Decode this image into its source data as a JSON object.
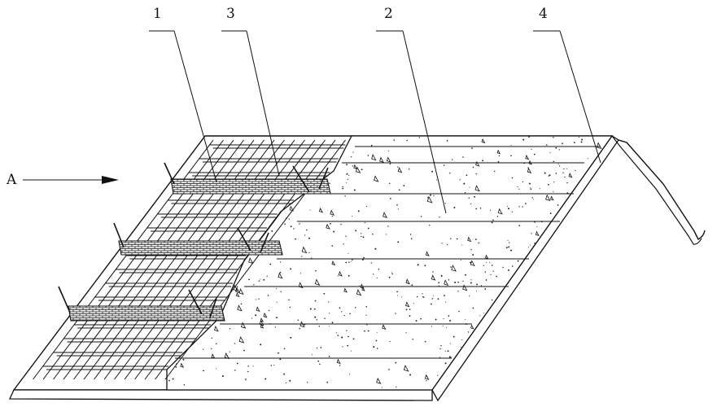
{
  "figure": {
    "callouts": [
      {
        "id": "c1",
        "label": "1"
      },
      {
        "id": "c3",
        "label": "3"
      },
      {
        "id": "c2",
        "label": "2"
      },
      {
        "id": "c4",
        "label": "4"
      }
    ],
    "view_marker": {
      "label": "A"
    }
  },
  "colors": {
    "line": "#111111",
    "background": "#ffffff"
  }
}
